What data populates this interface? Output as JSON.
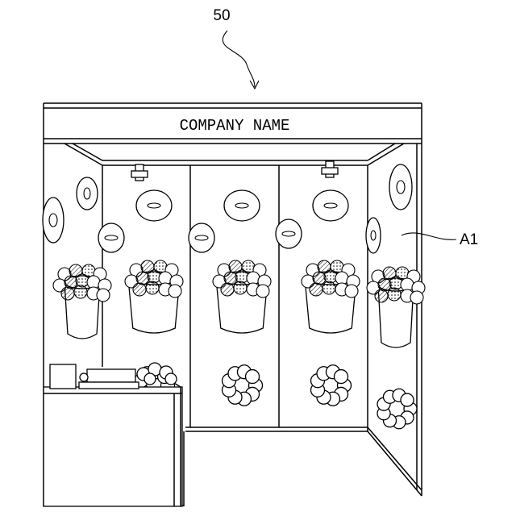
{
  "figure": {
    "ref_number": "50",
    "sign_text": "COMPANY NAME",
    "area_label": "A1"
  },
  "colors": {
    "stroke": "#000000",
    "background": "#ffffff"
  },
  "icons": [
    "donut-icon",
    "ball-donut-icon",
    "donut-bucket-icon",
    "clip-icon",
    "cash-register-icon"
  ]
}
